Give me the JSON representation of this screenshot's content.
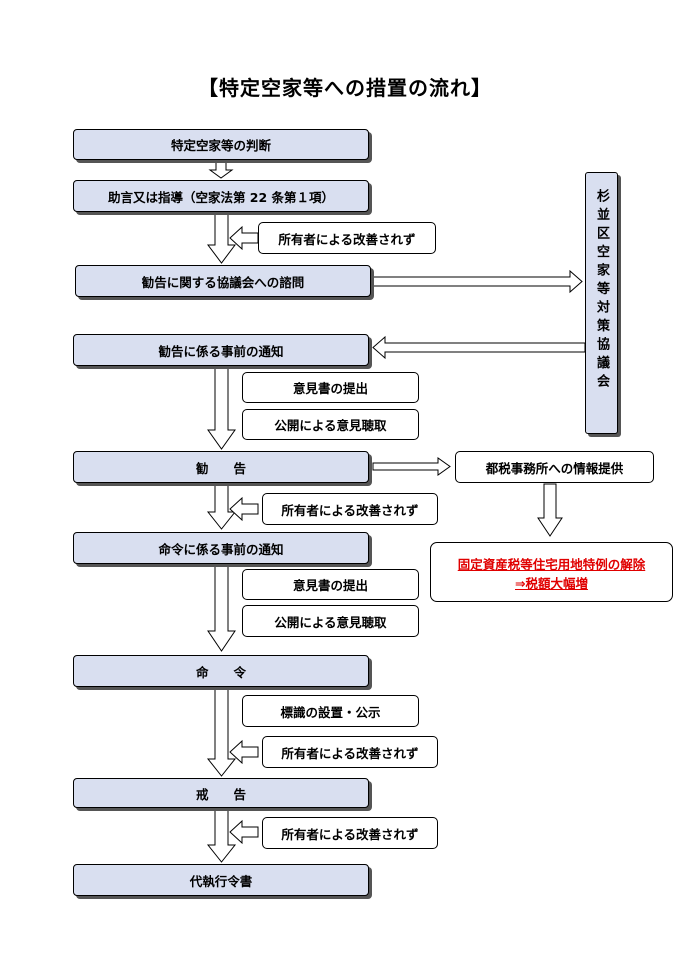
{
  "title": "【特定空家等への措置の流れ】",
  "steps": [
    "特定空家等の判断",
    "助言又は指導（空家法第 22 条第１項）",
    "勧告に関する協議会への諮問",
    "勧告に係る事前の通知",
    "勧　　告",
    "命令に係る事前の通知",
    "命　　令",
    "戒　　告",
    "代執行令書"
  ],
  "notes": {
    "not_improved": "所有者による改善されず",
    "opinion_submission": "意見書の提出",
    "public_hearing": "公開による意見聴取",
    "sign_notice": "標識の設置・公示"
  },
  "council": "杉並区空家等対策協議会",
  "tax_office": "都税事務所への情報提供",
  "tax_result": {
    "line1": "固定資産税等住宅用地特例の解除",
    "line2": "⇒税額大幅増"
  },
  "colors": {
    "step_fill": "#d9dff0",
    "warning_text": "#e00000"
  }
}
